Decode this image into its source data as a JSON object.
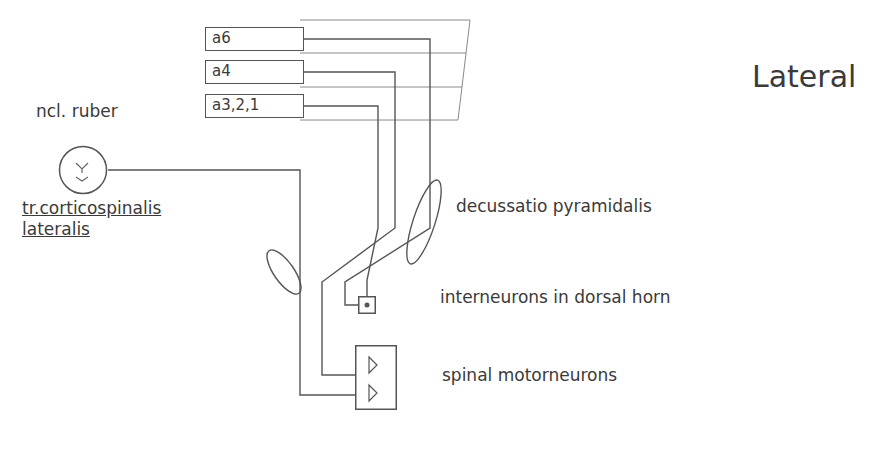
{
  "diagram": {
    "nodes": [
      {
        "text": [
          "a6"
        ]
      },
      {
        "text": [
          "a4"
        ]
      },
      {
        "text": [
          "a3,2,1"
        ]
      },
      {
        "text": [
          "ncl. ruber"
        ]
      },
      {
        "text": [
          "interneurons in dorsal horn"
        ]
      },
      {
        "text": [
          "spinal motorneurons"
        ]
      }
    ],
    "edges": [
      {
        "from": 0,
        "to": 4,
        "arrow": "none"
      },
      {
        "from": 1,
        "to": 5,
        "arrow": "none"
      },
      {
        "from": 2,
        "to": 4,
        "arrow": "none"
      },
      {
        "from": 3,
        "to": 5,
        "arrow": "none"
      }
    ],
    "labels": [
      "Lateral",
      "tr.corticospinalis lateralis",
      "decussatio pyramidalis"
    ]
  }
}
